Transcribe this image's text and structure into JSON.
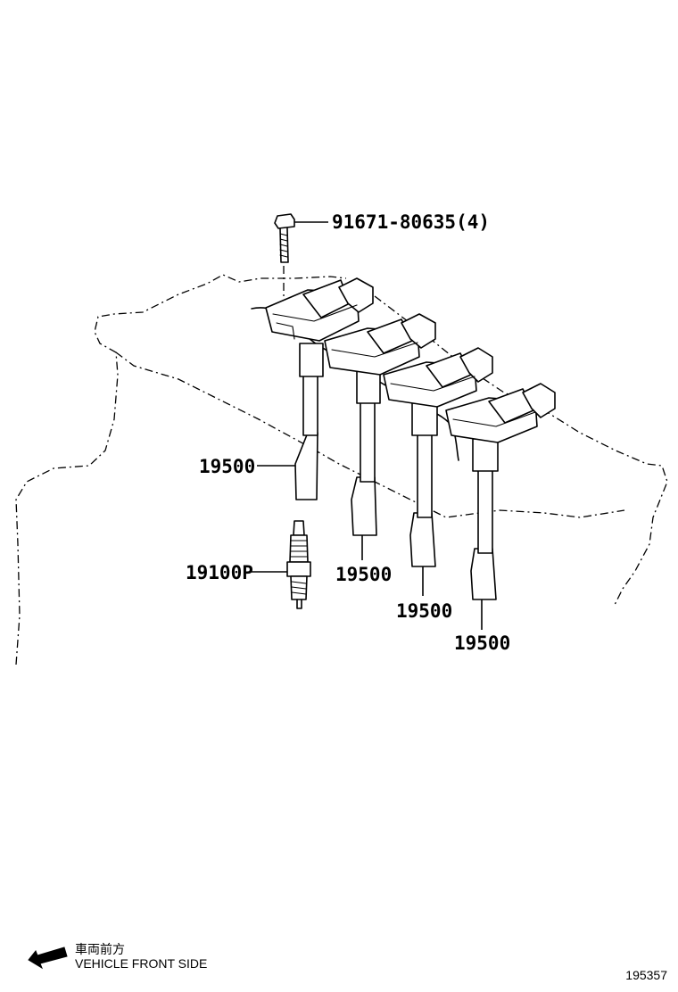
{
  "parts": {
    "bolt": "91671-80635(4)",
    "coil_1": "19500",
    "coil_2": "19500",
    "coil_3": "19500",
    "coil_4": "19500",
    "spark_plug": "19100P"
  },
  "direction_note": {
    "japanese": "車両前方",
    "english": "VEHICLE FRONT SIDE",
    "icon": "front-arrow-icon"
  },
  "reference_number": "195357"
}
